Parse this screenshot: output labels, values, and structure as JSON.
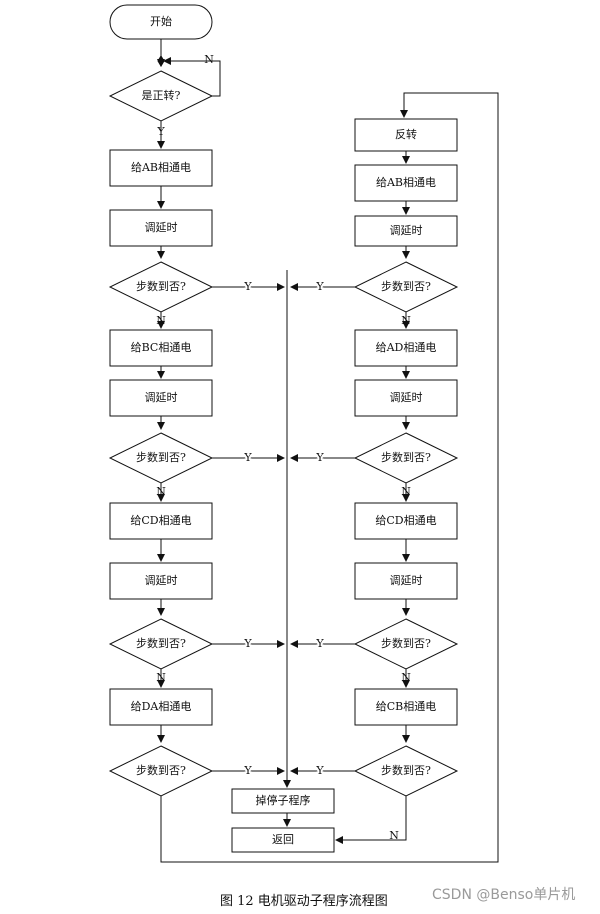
{
  "diagram": {
    "start": "开始",
    "q_forward": "是正转?",
    "reverse": "反转",
    "step_q": "步数到否?",
    "delay": "调延时",
    "left_phases": [
      "给AB相通电",
      "给BC相通电",
      "给CD相通电",
      "给DA相通电"
    ],
    "right_phases": [
      "给AB相通电",
      "给AD相通电",
      "给CD相通电",
      "给CB相通电"
    ],
    "stop_sub": "掉停子程序",
    "return": "返回",
    "yes": "Y",
    "no": "N"
  },
  "caption": "图 12 电机驱动子程序流程图",
  "watermark": "CSDN @Benso单片机"
}
